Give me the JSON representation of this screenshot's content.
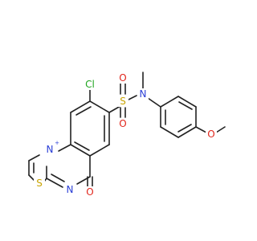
{
  "molecule": {
    "atoms": [
      {
        "id": "Cl",
        "label": "Cl",
        "color": "#1fa51f"
      },
      {
        "id": "S1",
        "label": "S",
        "color": "#c9a400"
      },
      {
        "id": "O1",
        "label": "O",
        "color": "#e1251b"
      },
      {
        "id": "O2",
        "label": "O",
        "color": "#e1251b"
      },
      {
        "id": "N1",
        "label": "N",
        "color": "#2b3fd6"
      },
      {
        "id": "Npos",
        "label": "N",
        "color": "#2b3fd6"
      },
      {
        "id": "S2",
        "label": "S",
        "color": "#c9a400"
      },
      {
        "id": "N3",
        "label": "N",
        "color": "#2b3fd6"
      },
      {
        "id": "O3",
        "label": "O",
        "color": "#e1251b"
      },
      {
        "id": "O4",
        "label": "O",
        "color": "#e1251b"
      }
    ]
  }
}
